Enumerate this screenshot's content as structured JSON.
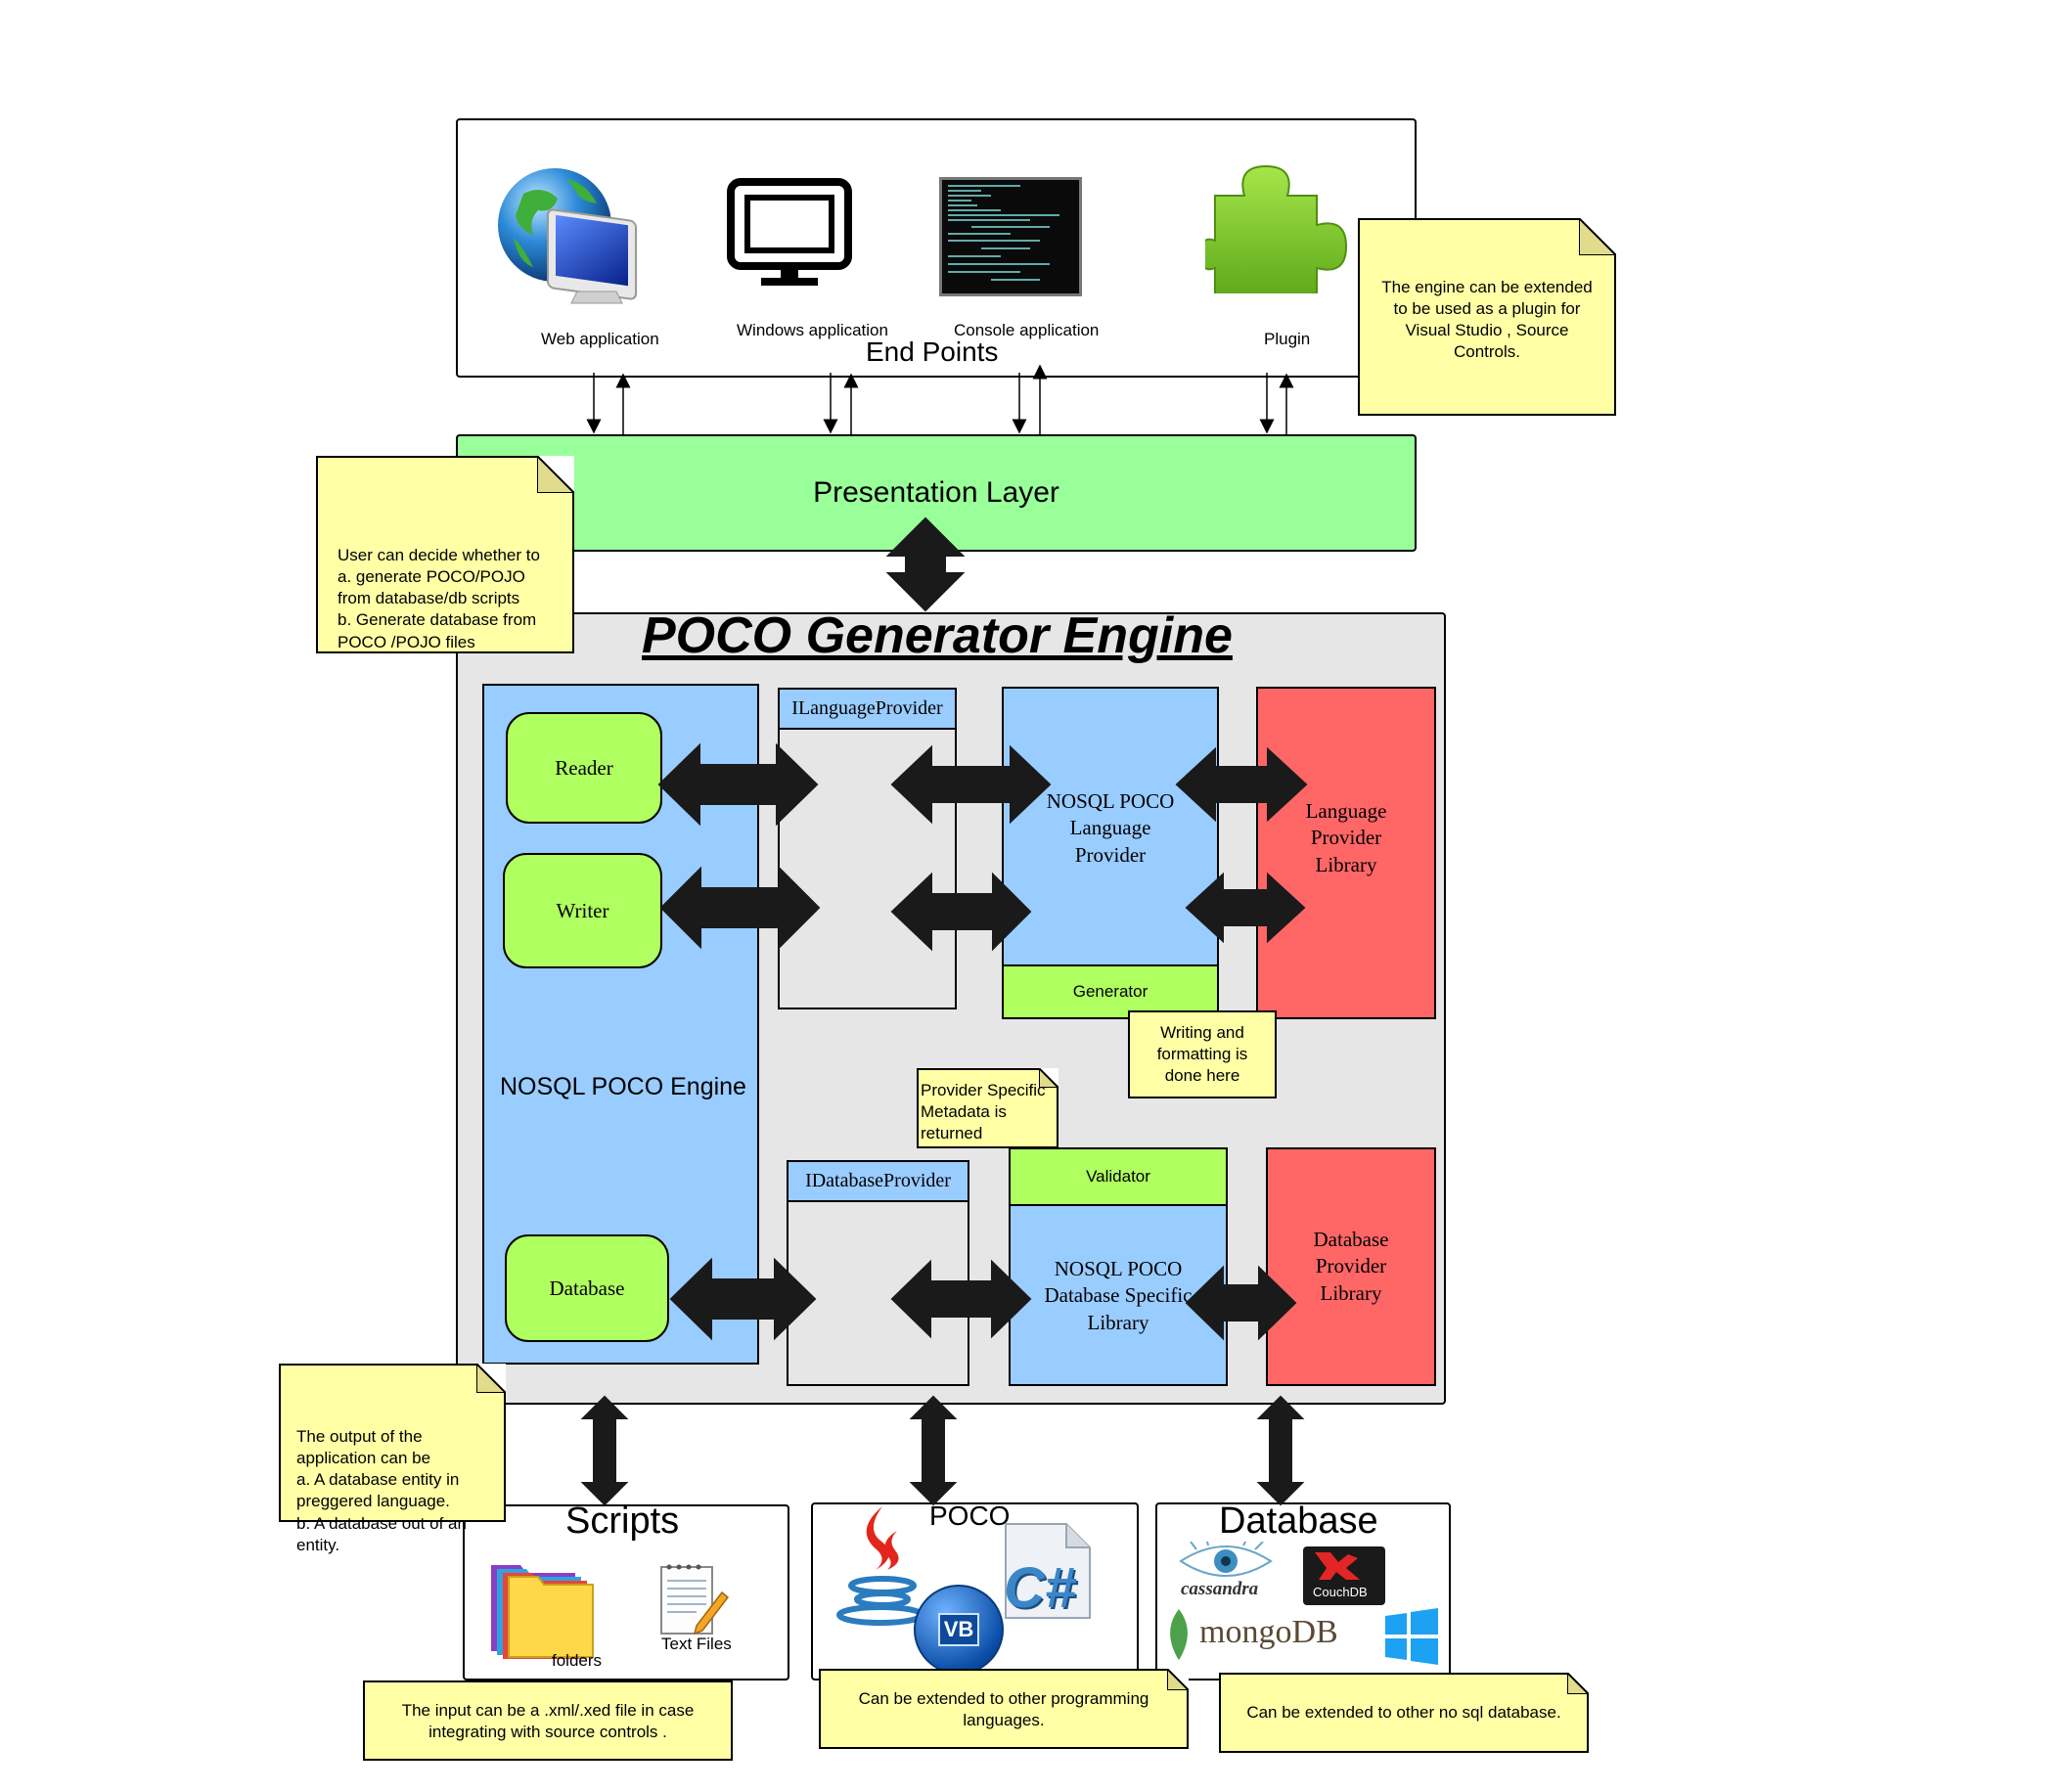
{
  "endpoints": {
    "title": "End Points",
    "items": [
      {
        "label": "Web application",
        "icon": "globe-monitor-icon"
      },
      {
        "label": "Windows application",
        "icon": "monitor-icon"
      },
      {
        "label": "Console application",
        "icon": "console-icon"
      },
      {
        "label": "Plugin",
        "icon": "puzzle-icon"
      }
    ]
  },
  "presentation": {
    "title": "Presentation Layer"
  },
  "engine": {
    "title": "POCO Generator Engine",
    "nosql_engine": "NOSQL POCO Engine",
    "reader": "Reader",
    "writer": "Writer",
    "database": "Database",
    "ilang": "ILanguageProvider",
    "idb": "IDatabaseProvider",
    "lang_provider": "NOSQL POCO Language Provider",
    "generator": "Generator",
    "lang_lib": "Language Provider Library",
    "validator": "Validator",
    "db_specific": "NOSQL POCO Database Specific Library",
    "db_lib": "Database Provider Library"
  },
  "outputs": {
    "scripts": {
      "title": "Scripts",
      "folders": "folders",
      "text_files": "Text Files"
    },
    "poco": {
      "title": "POCO",
      "vb": "VB",
      "cs": "C#"
    },
    "database": {
      "title": "Database",
      "cassandra": "cassandra",
      "couchdb": "CouchDB",
      "mongodb": "mongoDB"
    }
  },
  "notes": {
    "plugin": "The engine can be extended to be used as a plugin for Visual Studio , Source Controls.",
    "user": "User can decide whether to\na. generate POCO/POJO from database/db scripts\nb. Generate database from POCO /POJO files",
    "writing": "Writing and formatting is done here",
    "metadata": "Provider Specific Metadata is returned",
    "output": "The output of the application can be\na. A database entity in preggered language.\nb. A database out of an entity.",
    "input": "The input can be a .xml/.xed file in case integrating with source controls .",
    "languages": "Can be extended to other programming languages.",
    "nosql": "Can be extended to other no sql database."
  },
  "colors": {
    "green_layer": "#99ff99",
    "lime": "#b0ff60",
    "blue": "#99ccff",
    "red": "#ff6666",
    "gray": "#e6e6e6",
    "note": "#ffffa6",
    "arrow": "#1a1a1a"
  }
}
